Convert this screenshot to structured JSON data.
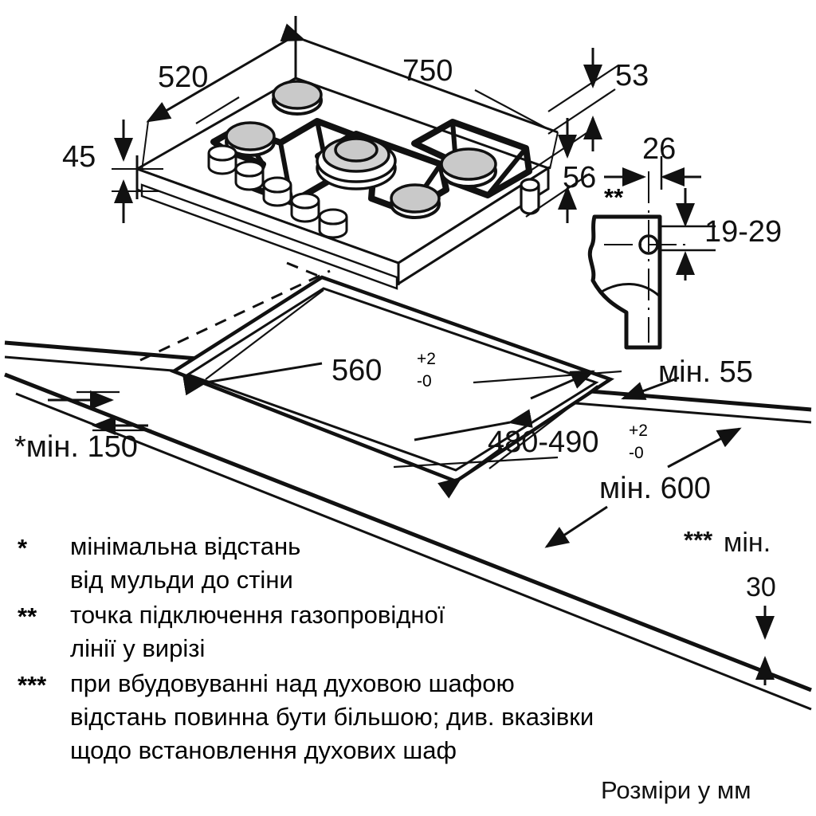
{
  "document": {
    "type": "installation-dimension-drawing",
    "subject": "Built-in 5-burner gas hob with countertop cut-out",
    "units_note": "Розміри у мм"
  },
  "dimensions": {
    "hob_width": "750",
    "hob_depth": "520",
    "front_edge_height": "45",
    "top_rear_height": "53",
    "body_height": "56",
    "gas_pipe_offset": "26",
    "gas_pipe_height_range": "19-29",
    "cutout_width": "560",
    "cutout_width_tol_plus": "+2",
    "cutout_width_tol_minus": "-0",
    "cutout_depth": "480-490",
    "cutout_depth_tol_plus": "+2",
    "cutout_depth_tol_minus": "-0",
    "min_wall_distance": "*мін. 150",
    "min_worktop_thickness": "мін. 55",
    "min_cabinet_width": "мін. 600",
    "min_clearance_below": "мін.",
    "min_clearance_below_value": "30",
    "gas_point_marker": "**",
    "clearance_marker": "***"
  },
  "footnotes": [
    {
      "marker": "*",
      "lines": [
        "мінімальна відстань",
        "від мульди до стіни"
      ]
    },
    {
      "marker": "**",
      "lines": [
        "точка підключення газопровідної",
        "лінії у вирізі"
      ]
    },
    {
      "marker": "***",
      "lines": [
        "при вбудовуванні над духовою шафою",
        "відстань повинна бути більшою; див. вказівки",
        "щодо встановлення духових шаф"
      ]
    }
  ],
  "units_label": "Розміри у мм",
  "colors": {
    "line": "#111111",
    "burner_cap": "#c9c9c9",
    "background": "#ffffff"
  },
  "hob": {
    "burner_count": 5,
    "knob_count": 5,
    "burners": [
      "rear-left",
      "left",
      "center-wok",
      "right",
      "front-right"
    ]
  }
}
